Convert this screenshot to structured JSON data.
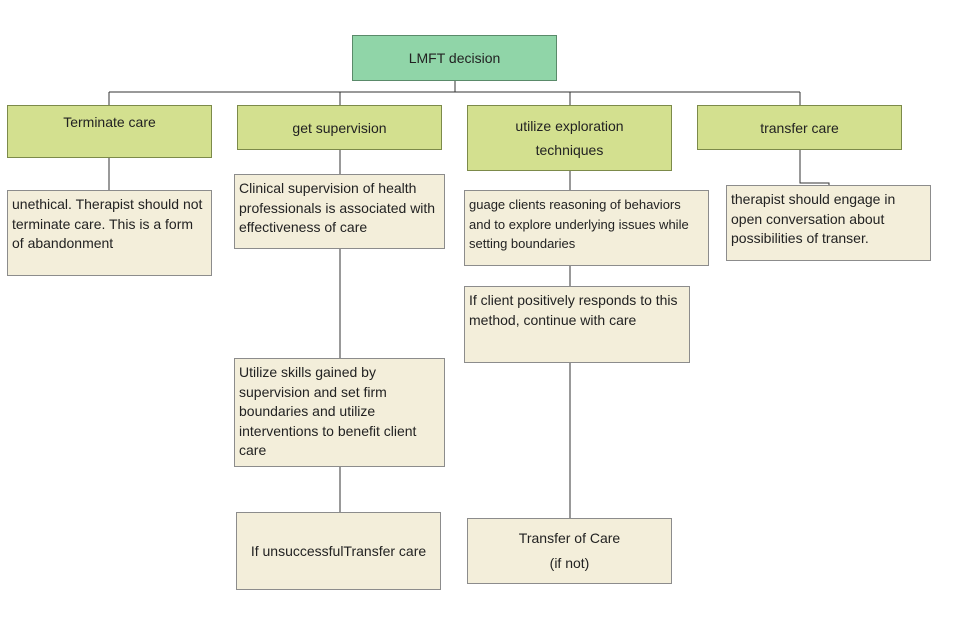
{
  "root": {
    "label": "LMFT decision"
  },
  "branches": [
    {
      "label": "Terminate care"
    },
    {
      "label": "get supervision"
    },
    {
      "label_lines": [
        "utilize exploration",
        "techniques"
      ]
    },
    {
      "label": "transfer care"
    }
  ],
  "notes": {
    "terminate": "unethical. Therapist should not terminate care. This is a form of abandonment",
    "supervision": "Clinical supervision of health professionals is associated with effectiveness of care",
    "supervision_skills": "Utilize skills gained by supervision and set firm boundaries and utilize interventions to benefit client care",
    "supervision_outcome": "If unsuccessfulTransfer care",
    "exploration": "guage clients reasoning of behaviors and to explore underlying issues while setting boundaries",
    "exploration_response": "If client positively responds to this method, continue with care",
    "exploration_outcome_lines": [
      "Transfer of Care",
      "(if not)"
    ],
    "transfer": "therapist should engage in open conversation about possibilities of transer."
  }
}
